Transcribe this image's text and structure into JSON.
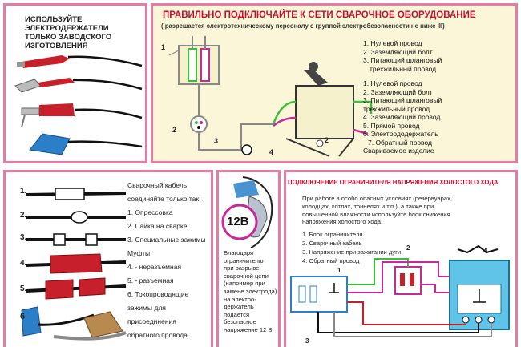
{
  "panel_tl": {
    "title_lines": [
      "ИСПОЛЬЗУЙТЕ",
      "ЭЛЕКТРОДЕРЖАТЕЛИ",
      "ТОЛЬКО ЗАВОДСКОГО",
      "ИЗГОТОВЛЕНИЯ"
    ]
  },
  "panel_tr": {
    "title": "ПРАВИЛЬНО ПОДКЛЮЧАЙТЕ К СЕТИ СВАРОЧНОЕ ОБОРУДОВАНИЕ",
    "subtitle": "( разрешается электротехническому персоналу с группой электробезопасности не ниже III)",
    "legend1": [
      "1. Нулевой провод",
      "2. Заземляющий болт",
      "3. Питающий шланговый",
      "трехжильный провод"
    ],
    "legend2": [
      "1. Нулевой провод",
      "2. Заземляющий болт",
      "3. Питающий шланговый",
      "трехжильный провод",
      "4. Заземляющий провод",
      "5. Прямой провод",
      "6. Электрододержатель",
      "7. Обратный провод",
      "Свариваемое изделие"
    ],
    "diagram_numbers": [
      "1",
      "2",
      "3",
      "4",
      "2"
    ]
  },
  "panel_bl": {
    "row_numbers": [
      "1.",
      "2.",
      "3.",
      "4.",
      "5.",
      "6"
    ],
    "text_lines": [
      "Сварочный кабель",
      "соединяйте только так:",
      "1. Опрессовка",
      "2. Пайка на сварке",
      "3. Специальные зажимы",
      "Муфты:",
      "4. - неразъемная",
      "5. - разъемная",
      "6. Токопроводящие",
      "зажимы для",
      "присоединения",
      "обратного провода"
    ]
  },
  "panel_bm": {
    "voltage_label": "12В",
    "text_lines": [
      "Благодаря",
      "ограничителю",
      "при разрыве",
      "сварочной цепи",
      "(например при",
      "замене электрода)",
      "на электро-",
      "держатель",
      "подается",
      "безопасное",
      "напряжение 12 В."
    ]
  },
  "panel_br": {
    "title": "ПОДКЛЮЧЕНИЕ ОГРАНИЧИТЕЛЯ НАПРЯЖЕНИЯ ХОЛОСТОГО ХОДА",
    "intro_lines": [
      "При работе в особо опасных условиях (резервуарах,",
      "колодцах, котлах, тоннелях и т.п.), а также при",
      "повышенной влажности используйте блок снижения",
      "напряжения холостого хода."
    ],
    "list": [
      "1. Блок ограничителя",
      "2. Сварочный кабель",
      "3. Напряжение при зажигании дуги",
      "4. Обратный провод"
    ],
    "diagram_numbers": [
      "1",
      "2",
      "3",
      "4"
    ]
  },
  "colors": {
    "frame": "#e87aa6",
    "title_red": "#c8102e",
    "panel_bg": "#fbf6d8",
    "wire_green": "#3cbf3c",
    "wire_magenta": "#c8289a",
    "wire_gray": "#8a8a8a",
    "cable_red": "#c8202a",
    "clamp_blue": "#2a7fc8",
    "device_blue": "#5fc4e8"
  }
}
